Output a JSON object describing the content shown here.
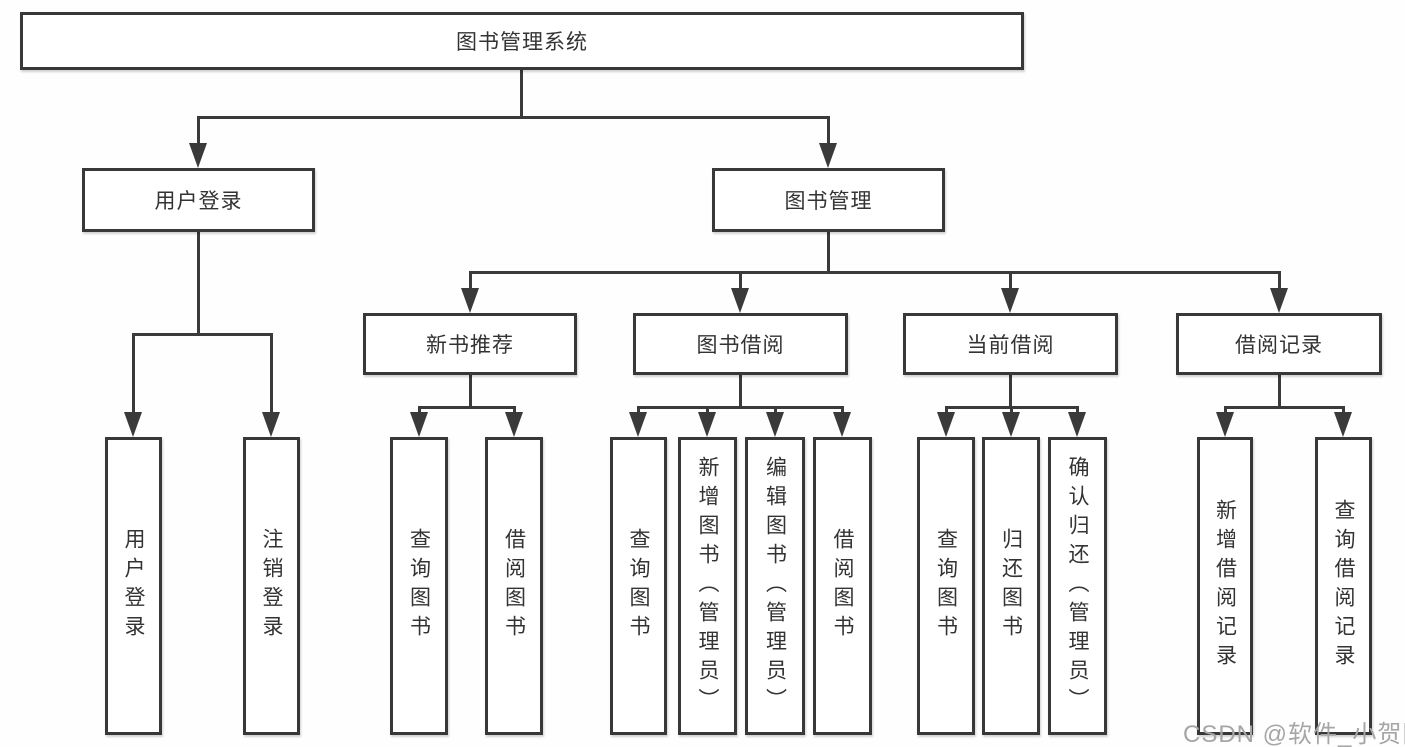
{
  "watermark": {
    "text": "CSDN @软件_小贺同学"
  },
  "colors": {
    "line": "#3a3a3a",
    "box_border": "#383838",
    "text": "#333333",
    "background": "#ffffff",
    "watermark": "#a6a6a6"
  },
  "tree": {
    "root": "图书管理系统",
    "children": [
      {
        "label": "用户登录",
        "children": [
          {
            "label": "用户登录"
          },
          {
            "label": "注销登录"
          }
        ]
      },
      {
        "label": "图书管理",
        "children": [
          {
            "label": "新书推荐",
            "children": [
              {
                "label": "查询图书"
              },
              {
                "label": "借阅图书"
              }
            ]
          },
          {
            "label": "图书借阅",
            "children": [
              {
                "label": "查询图书"
              },
              {
                "label": "新增图书（管理员）"
              },
              {
                "label": "编辑图书（管理员）"
              },
              {
                "label": "借阅图书"
              }
            ]
          },
          {
            "label": "当前借阅",
            "children": [
              {
                "label": "查询图书"
              },
              {
                "label": "归还图书"
              },
              {
                "label": "确认归还（管理员）"
              }
            ]
          },
          {
            "label": "借阅记录",
            "children": [
              {
                "label": "新增借阅记录"
              },
              {
                "label": "查询借阅记录"
              }
            ]
          }
        ]
      }
    ]
  }
}
